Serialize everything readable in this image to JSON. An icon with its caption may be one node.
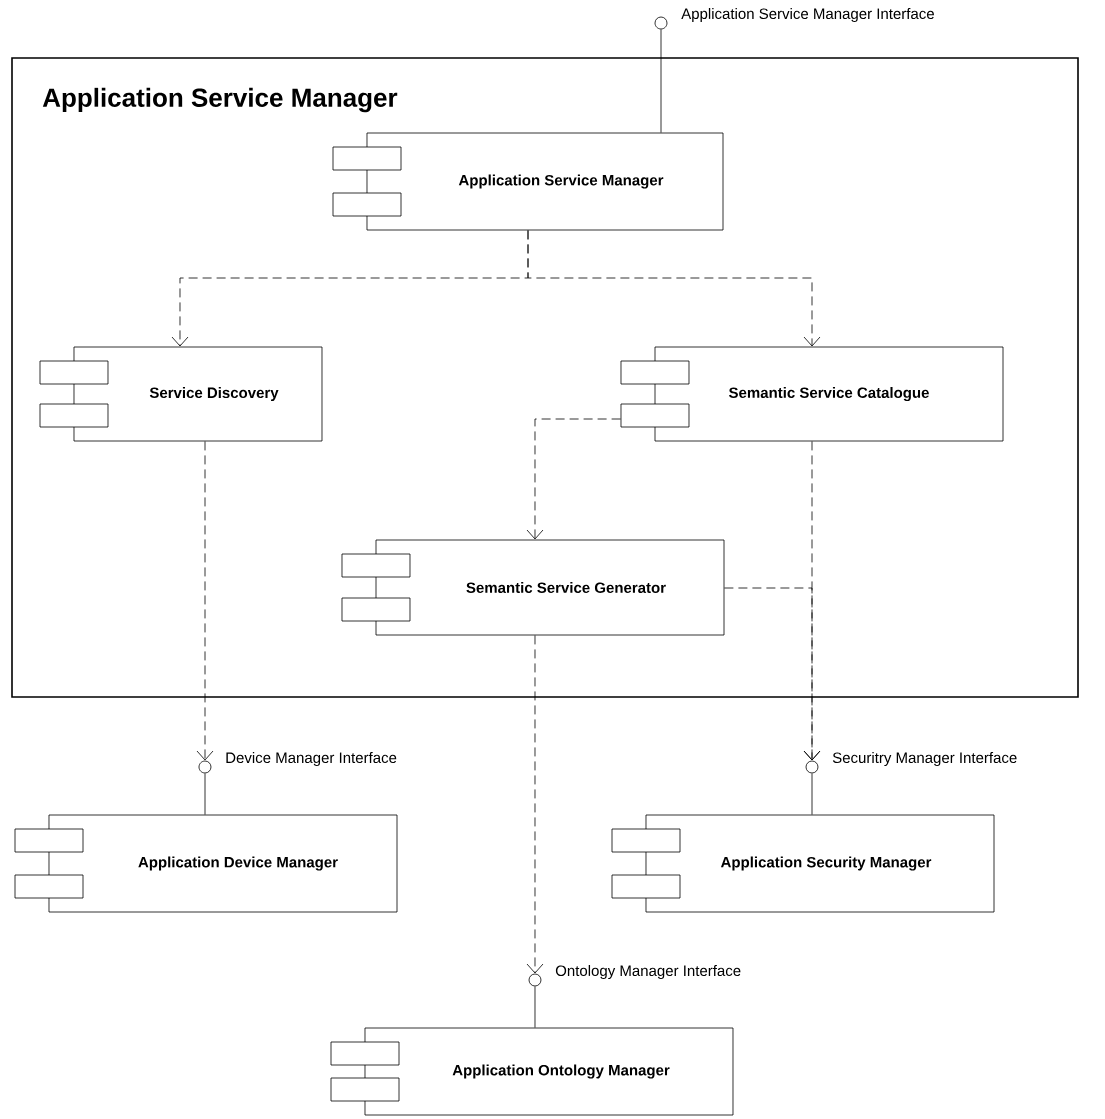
{
  "diagram": {
    "nodes": [
      {
        "text": [
          "Application Service Manager"
        ]
      },
      {
        "text": [
          "Application Service Manager"
        ],
        "in": 0
      },
      {
        "text": [
          "Service Discovery"
        ],
        "in": 0
      },
      {
        "text": [
          "Semantic Service Catalogue"
        ],
        "in": 0
      },
      {
        "text": [
          "Semantic Service Generator"
        ],
        "in": 0
      },
      {
        "text": [
          "Application Service Manager Interface"
        ]
      },
      {
        "text": [
          "Device Manager Interface"
        ]
      },
      {
        "text": [
          "Securitry Manager Interface"
        ]
      },
      {
        "text": [
          "Ontology Manager Interface"
        ]
      },
      {
        "text": [
          "Application Device Manager"
        ]
      },
      {
        "text": [
          "Application Security Manager"
        ]
      },
      {
        "text": [
          "Application Ontology Manager"
        ]
      }
    ],
    "edges": [
      {
        "from": 1,
        "to": 5,
        "arrow": "none"
      },
      {
        "from": 1,
        "to": 2,
        "arrow": "to",
        "style": "dashed"
      },
      {
        "from": 1,
        "to": 3,
        "arrow": "to",
        "style": "dashed"
      },
      {
        "from": 3,
        "to": 4,
        "arrow": "to",
        "style": "dashed"
      },
      {
        "from": 2,
        "to": 6,
        "arrow": "to",
        "style": "dashed"
      },
      {
        "from": 3,
        "to": 7,
        "arrow": "to",
        "style": "dashed"
      },
      {
        "from": 4,
        "to": 7,
        "arrow": "to",
        "style": "dashed"
      },
      {
        "from": 4,
        "to": 8,
        "arrow": "to",
        "style": "dashed"
      },
      {
        "from": 9,
        "to": 6,
        "arrow": "none"
      },
      {
        "from": 10,
        "to": 7,
        "arrow": "none"
      },
      {
        "from": 11,
        "to": 8,
        "arrow": "none"
      }
    ]
  }
}
